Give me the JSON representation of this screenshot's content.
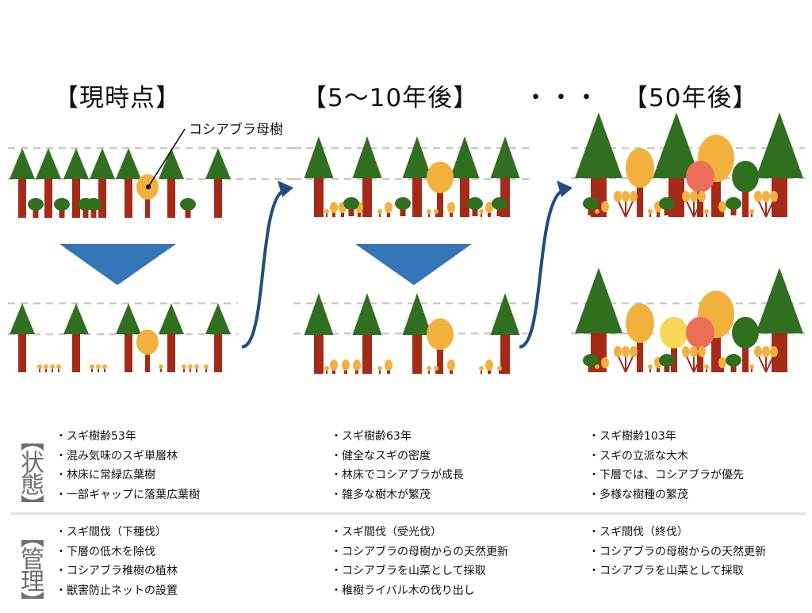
{
  "titles": {
    "now": "【現時点】",
    "mid": "【5～10年後】",
    "dots": "・・・",
    "late": "【50年後】"
  },
  "annotation": "コシアブラ母樹",
  "colors": {
    "conifer_crown": "#306f1f",
    "trunk": "#a52a18",
    "orange": "#f2b03d",
    "red": "#ec6e58",
    "yellow": "#f8d858",
    "bush": "#306f1f",
    "dash": "#c5cbc9",
    "down_triangle": "#3474b7",
    "arrow": "#1f4e80"
  },
  "sections": {
    "state": {
      "label": "【状態】",
      "columns": [
        [
          "・スギ樹齢53年",
          "・混み気味のスギ単層林",
          "・林床に常緑広葉樹",
          "・一部ギャップに落葉広葉樹"
        ],
        [
          "・スギ樹齢63年",
          "・健全なスギの密度",
          "・林床でコシアブラが成長",
          "・雑多な樹木が繁茂"
        ],
        [
          "・スギ樹齢103年",
          "・スギの立派な大木",
          "・下層では、コシアブラが優先",
          "・多様な樹種の繁茂"
        ]
      ]
    },
    "management": {
      "label": "【管理】",
      "columns": [
        [
          "・スギ間伐（下種伐）",
          "・下層の低木を除伐",
          "・コシアブラ稚樹の植林",
          "・獣害防止ネットの設置"
        ],
        [
          "・スギ間伐（受光伐）",
          "・コシアブラの母樹からの天然更新",
          "・コシアブラを山菜として採取",
          "・稚樹ライバル木の伐り出し"
        ],
        [
          "・スギ間伐（終伐）",
          "・コシアブラの母樹からの天然更新",
          "・コシアブラを山菜として採取"
        ]
      ]
    }
  }
}
